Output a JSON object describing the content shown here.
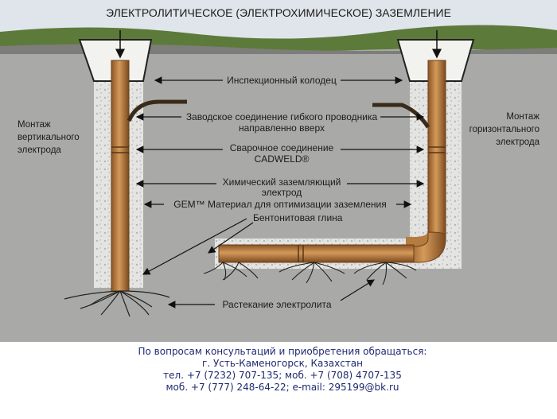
{
  "title": "ЭЛЕКТРОЛИТИЧЕСКОЕ (ЭЛЕКТРОХИМИЧЕСКОЕ) ЗАЗЕМЛЕНИЕ",
  "side_labels": {
    "left": [
      "Монтаж",
      "вертикального",
      "электрода"
    ],
    "right": [
      "Монтаж",
      "горизонтального",
      "электрода"
    ]
  },
  "callouts": {
    "inspection_well": "Инспекционный колодец",
    "factory_joint": [
      "Заводское соединение гибкого проводника",
      "направленно вверх"
    ],
    "welded_joint": [
      "Сварочное соединение",
      "CADWELD®"
    ],
    "chemical_electrode": [
      "Химический заземляющий",
      "электрод"
    ],
    "gem_material": "GEM™ Материал для оптимизации заземления",
    "bentonite": "Бентонитовая глина",
    "electrolyte_spread": "Растекание электролита"
  },
  "footer": [
    "По вопросам консультаций и приобретения обращаться:",
    "г. Усть-Каменогорск, Казахстан",
    "тел. +7 (7232) 707-135; моб. +7 (708) 4707-135",
    "моб. +7 (777) 248-64-22; e-mail: 295199@bk.ru"
  ],
  "colors": {
    "sky": "#dfe5ea",
    "ground": "#a9aaa8",
    "grass": "#5c7a3a",
    "fill_material": "#e3e3e1",
    "pipe": "#b57c3f",
    "pipe_dark": "#7a4a1f",
    "well_cap": "#f2f2ef",
    "footer_text": "#1e2a70"
  },
  "icons": [
    "arrow-icon",
    "well-cap-icon",
    "roots-icon"
  ]
}
